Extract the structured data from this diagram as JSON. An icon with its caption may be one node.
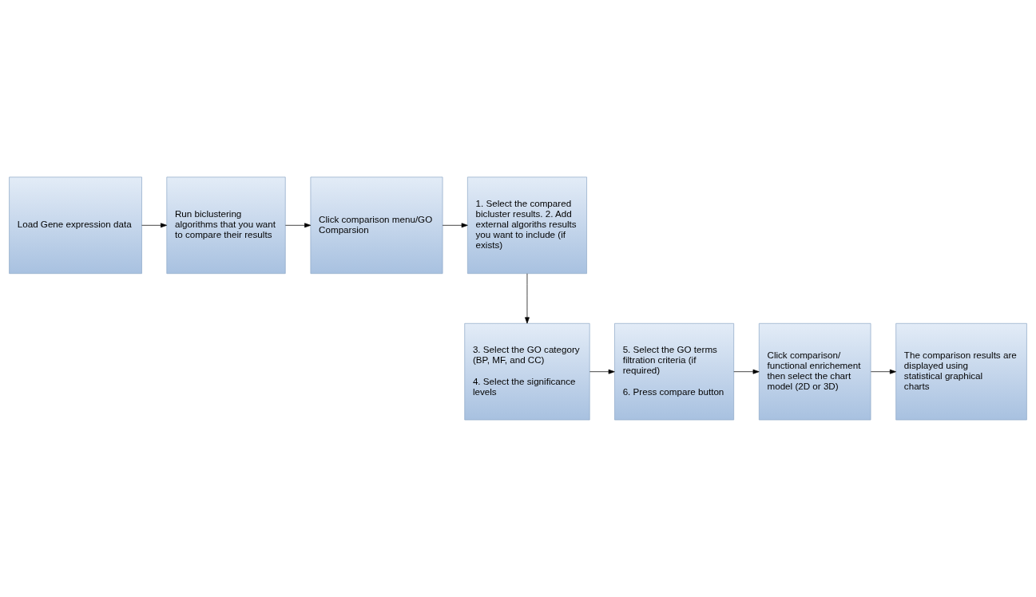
{
  "diagram": {
    "nodes": [
      {
        "text": [
          "Load Gene expression data"
        ]
      },
      {
        "text": [
          "Run biclustering algorithms that you want to compare their results"
        ]
      },
      {
        "text": [
          "Click comparison menu/GO Comparsion"
        ]
      },
      {
        "text": [
          "1. Select the compared bicluster results. 2. Add external algoriths results you want to include (if exists)"
        ]
      },
      {
        "text": [
          "3. Select the GO category (BP, MF, and CC)",
          "4. Select the significance levels"
        ]
      },
      {
        "text": [
          "5. Select the GO terms filtration criteria (if required)",
          "6. Press compare button"
        ]
      },
      {
        "text": [
          "Click comparison/ functional enrichement then select the chart model (2D or 3D)"
        ]
      },
      {
        "text": [
          "The comparison results are displayed using statistical graphical charts"
        ]
      }
    ],
    "edges": [
      {
        "from": 0,
        "to": 1,
        "arrow": "to"
      },
      {
        "from": 1,
        "to": 2,
        "arrow": "to"
      },
      {
        "from": 2,
        "to": 3,
        "arrow": "to"
      },
      {
        "from": 3,
        "to": 4,
        "arrow": "to"
      },
      {
        "from": 4,
        "to": 5,
        "arrow": "to"
      },
      {
        "from": 5,
        "to": 6,
        "arrow": "to"
      },
      {
        "from": 6,
        "to": 7,
        "arrow": "to"
      }
    ]
  }
}
